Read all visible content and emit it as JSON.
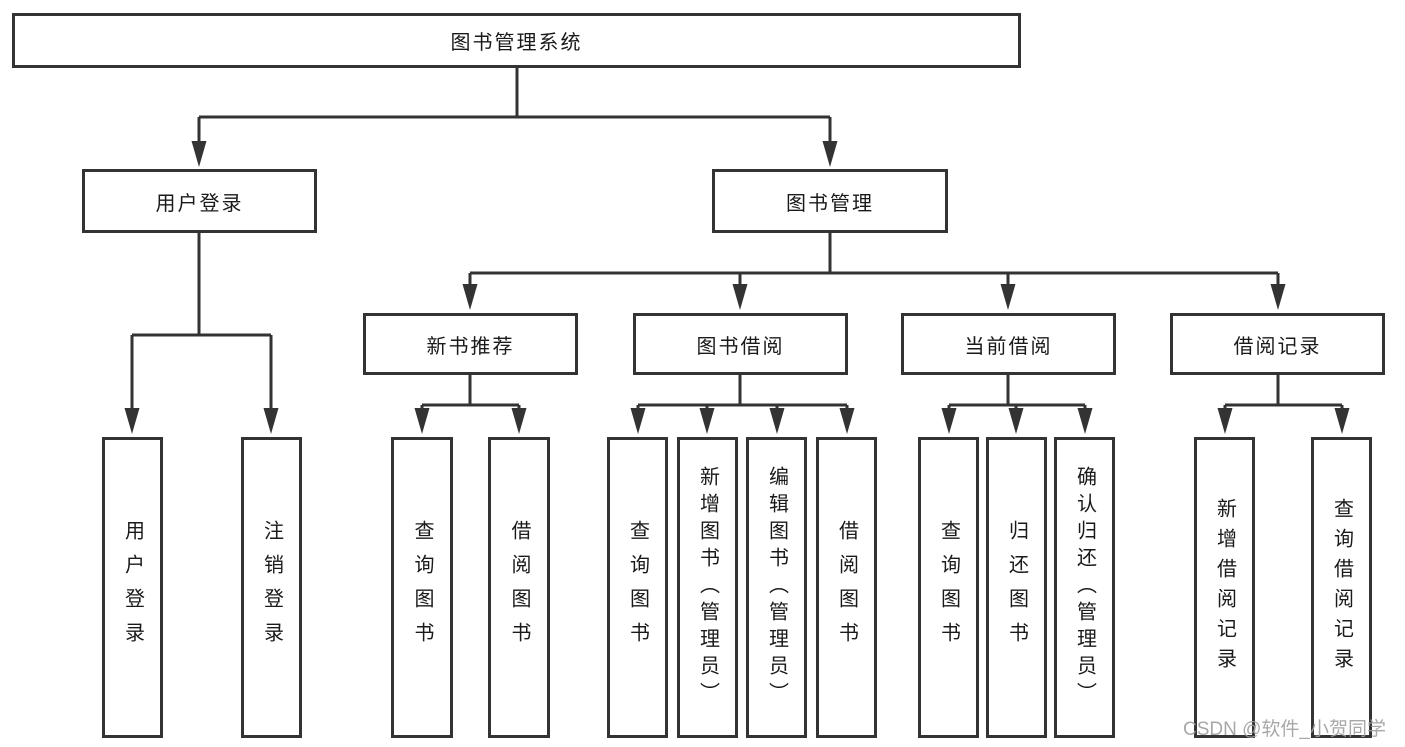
{
  "tree": {
    "label": "图书管理系统",
    "children": [
      {
        "label": "用户登录",
        "children": [
          {
            "label": "用户登录"
          },
          {
            "label": "注销登录"
          }
        ]
      },
      {
        "label": "图书管理",
        "children": [
          {
            "label": "新书推荐",
            "children": [
              {
                "label": "查询图书"
              },
              {
                "label": "借阅图书"
              }
            ]
          },
          {
            "label": "图书借阅",
            "children": [
              {
                "label": "查询图书"
              },
              {
                "label": "新增图书（管理员）"
              },
              {
                "label": "编辑图书（管理员）"
              },
              {
                "label": "借阅图书"
              }
            ]
          },
          {
            "label": "当前借阅",
            "children": [
              {
                "label": "查询图书"
              },
              {
                "label": "归还图书"
              },
              {
                "label": "确认归还（管理员）"
              }
            ]
          },
          {
            "label": "借阅记录",
            "children": [
              {
                "label": "新增借阅记录"
              },
              {
                "label": "查询借阅记录"
              }
            ]
          }
        ]
      }
    ]
  },
  "watermark": {
    "text": "CSDN @软件_小贺同学"
  },
  "colors": {
    "background": "#ffffff",
    "box_border": "#333333",
    "line": "#333333",
    "text": "#1a1a1a",
    "watermark": "#9f9f9f"
  }
}
